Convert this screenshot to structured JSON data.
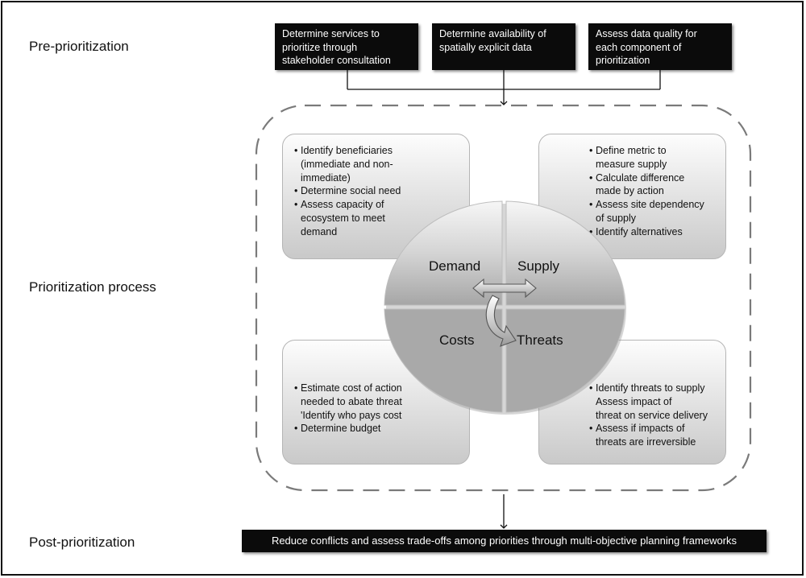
{
  "stages": {
    "pre": "Pre-prioritization",
    "process": "Prioritization process",
    "post": "Post-prioritization"
  },
  "pre_steps": [
    {
      "lines": [
        "Determine services to",
        "prioritize through",
        "stakeholder consultation"
      ]
    },
    {
      "lines": [
        "Determine availability of",
        "spatially explicit data"
      ]
    },
    {
      "lines": [
        "Assess data quality for",
        "each component of",
        "prioritization"
      ]
    }
  ],
  "quadrants": {
    "demand": {
      "label": "Demand",
      "items": [
        {
          "bullet": true,
          "lines": [
            "Identify beneficiaries",
            "(immediate and non-",
            "immediate)"
          ]
        },
        {
          "bullet": true,
          "lines": [
            "Determine social need"
          ]
        },
        {
          "bullet": true,
          "lines": [
            "Assess capacity of",
            "ecosystem to meet",
            "demand"
          ]
        }
      ]
    },
    "supply": {
      "label": "Supply",
      "items": [
        {
          "bullet": true,
          "lines": [
            "Define metric to",
            "measure supply"
          ]
        },
        {
          "bullet": true,
          "lines": [
            "Calculate difference",
            "made by action"
          ]
        },
        {
          "bullet": true,
          "lines": [
            "Assess site dependency",
            "of supply"
          ]
        },
        {
          "bullet": true,
          "lines": [
            "Identify alternatives"
          ]
        }
      ]
    },
    "costs": {
      "label": "Costs",
      "items": [
        {
          "bullet": true,
          "lines": [
            "Estimate cost of action",
            "needed to abate threat",
            "'Identify who pays cost"
          ]
        },
        {
          "bullet": true,
          "lines": [
            "Determine budget"
          ]
        }
      ]
    },
    "threats": {
      "label": "Threats",
      "items": [
        {
          "bullet": true,
          "lines": [
            "Identify threats to supply"
          ]
        },
        {
          "bullet": false,
          "lines": [
            "Assess impact of",
            "threat on service delivery"
          ]
        },
        {
          "bullet": true,
          "lines": [
            "Assess if impacts of",
            "threats are irreversible"
          ]
        }
      ]
    }
  },
  "post_step": "Reduce conflicts and assess trade-offs among priorities through multi-objective planning frameworks",
  "colors": {
    "dark_box": "#0b0b0b",
    "dark_text": "#ffffff",
    "circle_light": "#f4f4f4",
    "circle_dark": "#a9a9a9",
    "dash": "#7a7a7a"
  },
  "icons": {
    "connector": "down-arrow-icon",
    "bidirectional": "double-arrow-icon",
    "curved": "curved-arrow-icon"
  }
}
